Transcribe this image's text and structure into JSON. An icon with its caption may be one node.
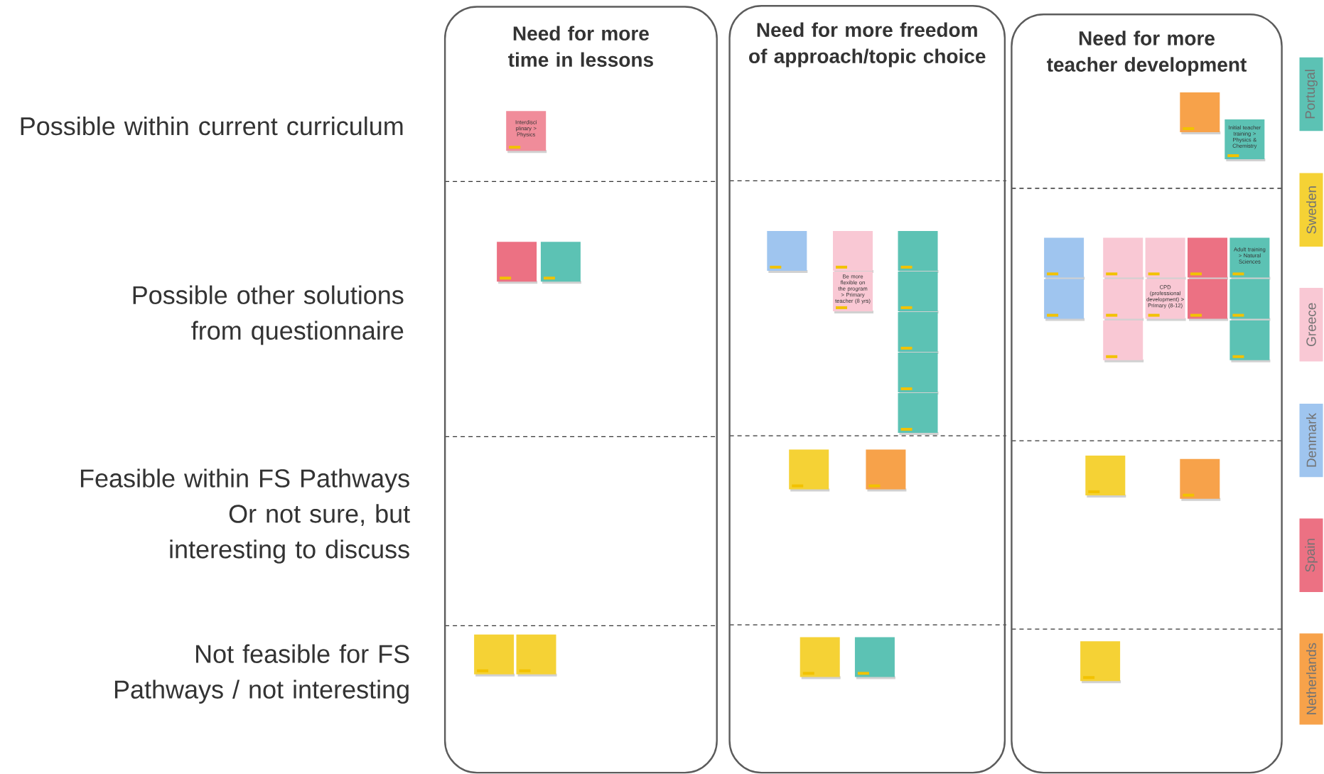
{
  "diagram": {
    "nodes": [
      {
        "text": [
          "Need for more time in lessons"
        ]
      },
      {
        "text": [
          "Interdisci plinary > Physics"
        ],
        "in": 0
      },
      {
        "text": [],
        "shape": "box",
        "in": 0
      },
      {
        "text": [],
        "shape": "box",
        "in": 0
      },
      {
        "text": [],
        "shape": "box",
        "in": 0
      },
      {
        "text": [],
        "shape": "box",
        "in": 0
      },
      {
        "text": [
          "Need for more freedom of approach/topic choice"
        ]
      },
      {
        "text": [],
        "shape": "box",
        "in": 6
      },
      {
        "text": [],
        "shape": "box",
        "in": 6
      },
      {
        "text": [
          "Be more flexible on the program > Primary teacher (8 yrs)"
        ],
        "in": 6
      },
      {
        "text": [],
        "shape": "box",
        "in": 6
      },
      {
        "text": [],
        "shape": "box",
        "in": 6
      },
      {
        "text": [],
        "shape": "box",
        "in": 6
      },
      {
        "text": [],
        "shape": "box",
        "in": 6
      },
      {
        "text": [],
        "shape": "box",
        "in": 6
      },
      {
        "text": [],
        "shape": "box",
        "in": 6
      },
      {
        "text": [],
        "shape": "box",
        "in": 6
      },
      {
        "text": [],
        "shape": "box",
        "in": 6
      },
      {
        "text": [],
        "shape": "box",
        "in": 6
      },
      {
        "text": [
          "Need for more teacher development"
        ]
      },
      {
        "text": [],
        "shape": "box",
        "in": 19
      },
      {
        "text": [
          "Initial teacher training > Physics & Chemistry"
        ],
        "in": 19
      },
      {
        "text": [],
        "shape": "box",
        "in": 19
      },
      {
        "text": [],
        "shape": "box",
        "in": 19
      },
      {
        "text": [],
        "shape": "box",
        "in": 19
      },
      {
        "text": [],
        "shape": "box",
        "in": 19
      },
      {
        "text": [
          "Adult training > Natural Sciences"
        ],
        "in": 19
      },
      {
        "text": [],
        "shape": "box",
        "in": 19
      },
      {
        "text": [],
        "shape": "box",
        "in": 19
      },
      {
        "text": [
          "CPD (professional development) > Primary (8-12)"
        ],
        "in": 19
      },
      {
        "text": [],
        "shape": "box",
        "in": 19
      },
      {
        "text": [],
        "shape": "box",
        "in": 19
      },
      {
        "text": [],
        "shape": "box",
        "in": 19
      },
      {
        "text": [],
        "shape": "box",
        "in": 19
      },
      {
        "text": [],
        "shape": "box",
        "in": 19
      },
      {
        "text": [],
        "shape": "box",
        "in": 19
      },
      {
        "text": [],
        "shape": "box",
        "in": 19
      }
    ],
    "labels": [
      "Possible within current curriculum",
      "Possible other solutions from questionnaire",
      "Feasible within FS Pathways",
      "Or not sure, but interesting to discuss",
      "Not feasible for FS Pathways / not interesting"
    ],
    "legend": [
      {
        "text": "Portugal",
        "color": "#5cc2b4"
      },
      {
        "text": "Sweden",
        "color": "#f5d235"
      },
      {
        "text": "Greece",
        "color": "#f9c8d4"
      },
      {
        "text": "Denmark",
        "color": "#9fc5ef"
      },
      {
        "text": "Spain",
        "color": "#ec7183"
      },
      {
        "text": "Netherlands",
        "color": "#f7a24a"
      }
    ]
  }
}
